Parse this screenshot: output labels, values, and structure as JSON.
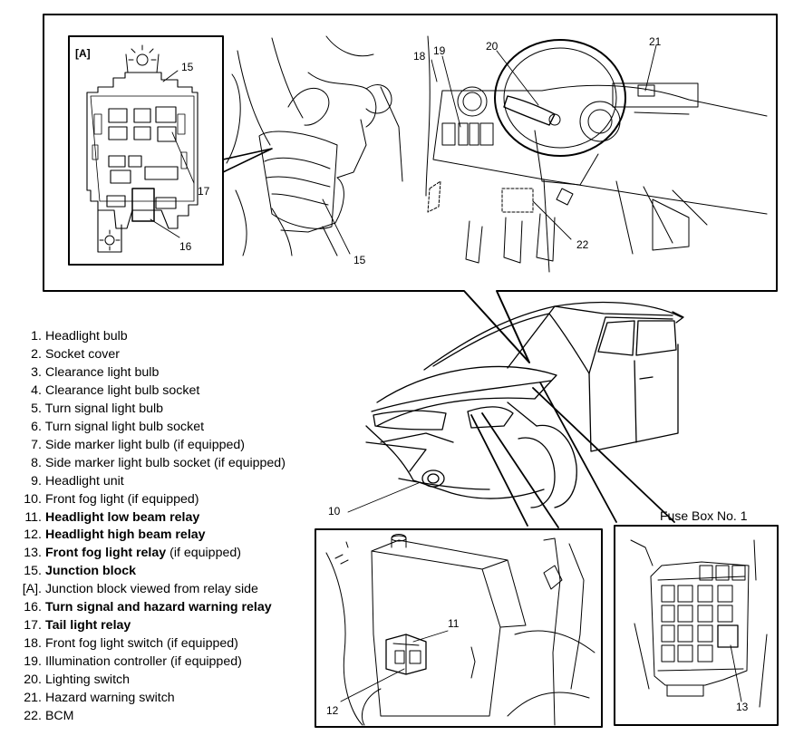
{
  "figure": {
    "inset_label": "[A]",
    "fuse_box_title": "Fuse Box No. 1",
    "callouts": {
      "c15_relay": "15",
      "c17": "17",
      "c16": "16",
      "c15_harness": "15",
      "c18": "18",
      "c19": "19",
      "c20": "20",
      "c21": "21",
      "c22": "22",
      "c10": "10",
      "c11": "11",
      "c12": "12",
      "c13": "13"
    }
  },
  "legend": [
    {
      "num": "1.",
      "label": "Headlight bulb",
      "bold": false,
      "suffix": ""
    },
    {
      "num": "2.",
      "label": "Socket cover",
      "bold": false,
      "suffix": ""
    },
    {
      "num": "3.",
      "label": "Clearance light bulb",
      "bold": false,
      "suffix": ""
    },
    {
      "num": "4.",
      "label": "Clearance light bulb socket",
      "bold": false,
      "suffix": ""
    },
    {
      "num": "5.",
      "label": "Turn signal light bulb",
      "bold": false,
      "suffix": ""
    },
    {
      "num": "6.",
      "label": "Turn signal light bulb socket",
      "bold": false,
      "suffix": ""
    },
    {
      "num": "7.",
      "label": "Side marker light bulb (if equipped)",
      "bold": false,
      "suffix": ""
    },
    {
      "num": "8.",
      "label": "Side marker light bulb socket (if equipped)",
      "bold": false,
      "suffix": ""
    },
    {
      "num": "9.",
      "label": "Headlight unit",
      "bold": false,
      "suffix": ""
    },
    {
      "num": "10.",
      "label": "Front fog light (if equipped)",
      "bold": false,
      "suffix": ""
    },
    {
      "num": "11.",
      "label": "Headlight low beam relay",
      "bold": true,
      "suffix": ""
    },
    {
      "num": "12.",
      "label": "Headlight high beam relay",
      "bold": true,
      "suffix": ""
    },
    {
      "num": "13.",
      "label": "Front fog light relay",
      "bold": true,
      "suffix": " (if equipped)"
    },
    {
      "num": "15.",
      "label": "Junction block",
      "bold": true,
      "suffix": ""
    },
    {
      "num": "[A].",
      "label": "Junction block viewed from relay side",
      "bold": false,
      "suffix": ""
    },
    {
      "num": "16.",
      "label": "Turn signal and hazard warning relay",
      "bold": true,
      "suffix": ""
    },
    {
      "num": "17.",
      "label": "Tail light relay",
      "bold": true,
      "suffix": ""
    },
    {
      "num": "18.",
      "label": "Front fog light switch (if equipped)",
      "bold": false,
      "suffix": ""
    },
    {
      "num": "19.",
      "label": "Illumination controller (if equipped)",
      "bold": false,
      "suffix": ""
    },
    {
      "num": "20.",
      "label": "Lighting switch",
      "bold": false,
      "suffix": ""
    },
    {
      "num": "21.",
      "label": "Hazard warning switch",
      "bold": false,
      "suffix": ""
    },
    {
      "num": "22.",
      "label": "BCM",
      "bold": false,
      "suffix": ""
    }
  ]
}
